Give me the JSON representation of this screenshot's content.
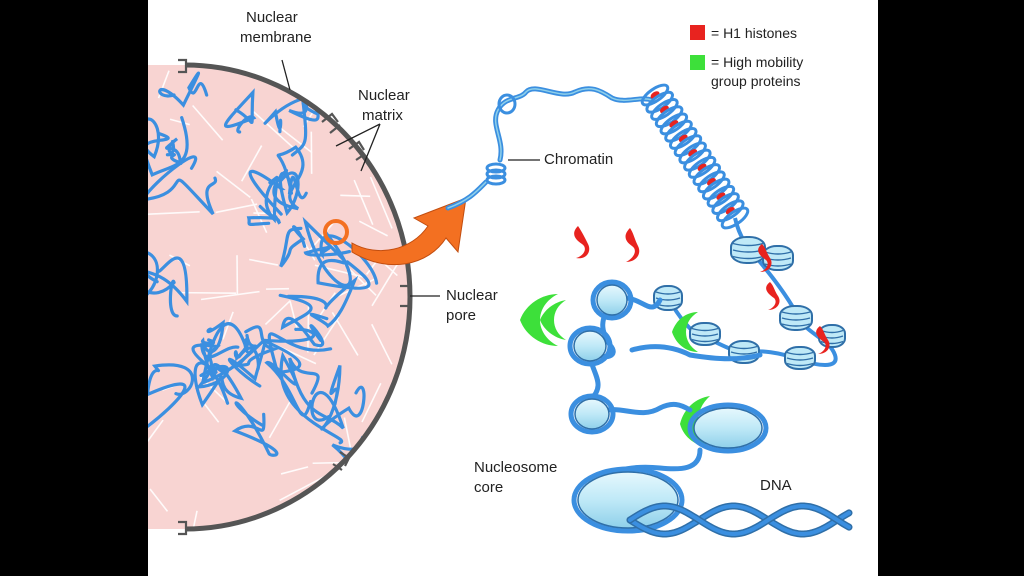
{
  "labels": {
    "nuclear_membrane": [
      "Nuclear",
      "membrane"
    ],
    "nuclear_matrix": [
      "Nuclear",
      "matrix"
    ],
    "chromatin": "Chromatin",
    "nuclear_pore": [
      "Nuclear",
      "pore"
    ],
    "nucleosome_core": [
      "Nucleosome",
      "core"
    ],
    "dna": "DNA"
  },
  "legend": [
    {
      "color": "#e8231f",
      "text": [
        "= H1 histones"
      ]
    },
    {
      "color": "#3de03a",
      "text": [
        "= High mobility",
        "group proteins"
      ]
    }
  ],
  "colors": {
    "nucleus_fill": "#f8d4d2",
    "membrane": "#555555",
    "chromatin_blue": "#3b8fe0",
    "nucleosome": "#bfe9f7",
    "nucleosome_edge": "#2f6fa8",
    "arrow": "#f37021",
    "h1": "#e8231f",
    "hmg": "#3de03a"
  }
}
